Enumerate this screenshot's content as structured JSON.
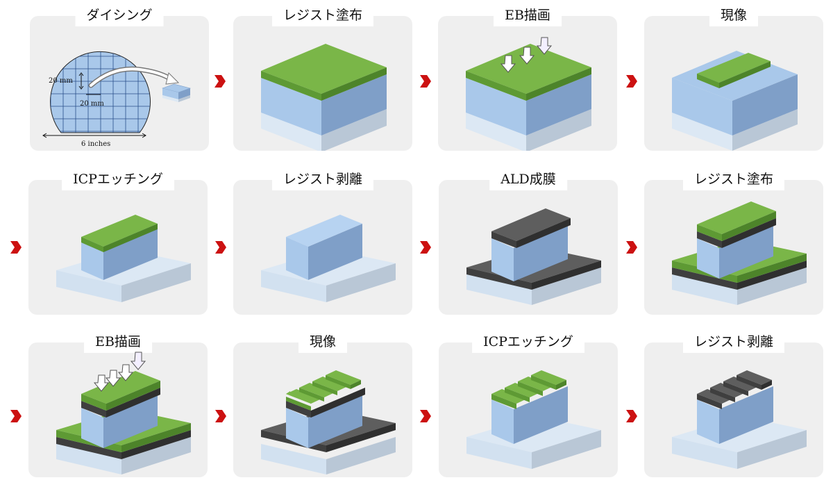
{
  "steps": [
    {
      "label": "ダイシング"
    },
    {
      "label": "レジスト塗布"
    },
    {
      "label": "EB描画"
    },
    {
      "label": "現像"
    },
    {
      "label": "ICPエッチング"
    },
    {
      "label": "レジスト剥離"
    },
    {
      "label": "ALD成膜"
    },
    {
      "label": "レジスト塗布"
    },
    {
      "label": "EB描画"
    },
    {
      "label": "現像"
    },
    {
      "label": "ICPエッチング"
    },
    {
      "label": "レジスト剥離"
    }
  ],
  "wafer": {
    "pitch_v": "20 mm",
    "pitch_h": "20 mm",
    "diameter": "6 inches"
  },
  "colors": {
    "resist": "#7ab648",
    "substrate": "#a9c8ea",
    "oxide": "#555555",
    "base": "#dce8f4",
    "arrow": "#cc1111",
    "panel": "#efefef"
  }
}
